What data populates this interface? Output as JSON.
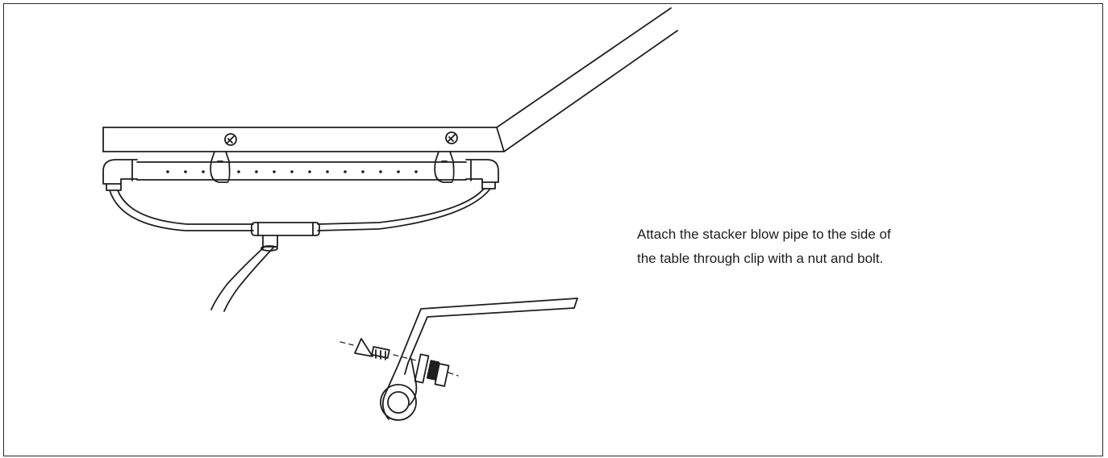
{
  "instruction": {
    "lines": [
      "Attach the stacker blow pipe to the side of",
      "the table through clip with a nut and bolt."
    ]
  },
  "illustration": {
    "parts": [
      "table-edge",
      "blow-pipe",
      "pipe-clip",
      "screw",
      "elbow-fitting",
      "tee-fitting",
      "air-hose",
      "bolt",
      "washer",
      "nut"
    ],
    "stroke_color": "#1f1f1f"
  }
}
